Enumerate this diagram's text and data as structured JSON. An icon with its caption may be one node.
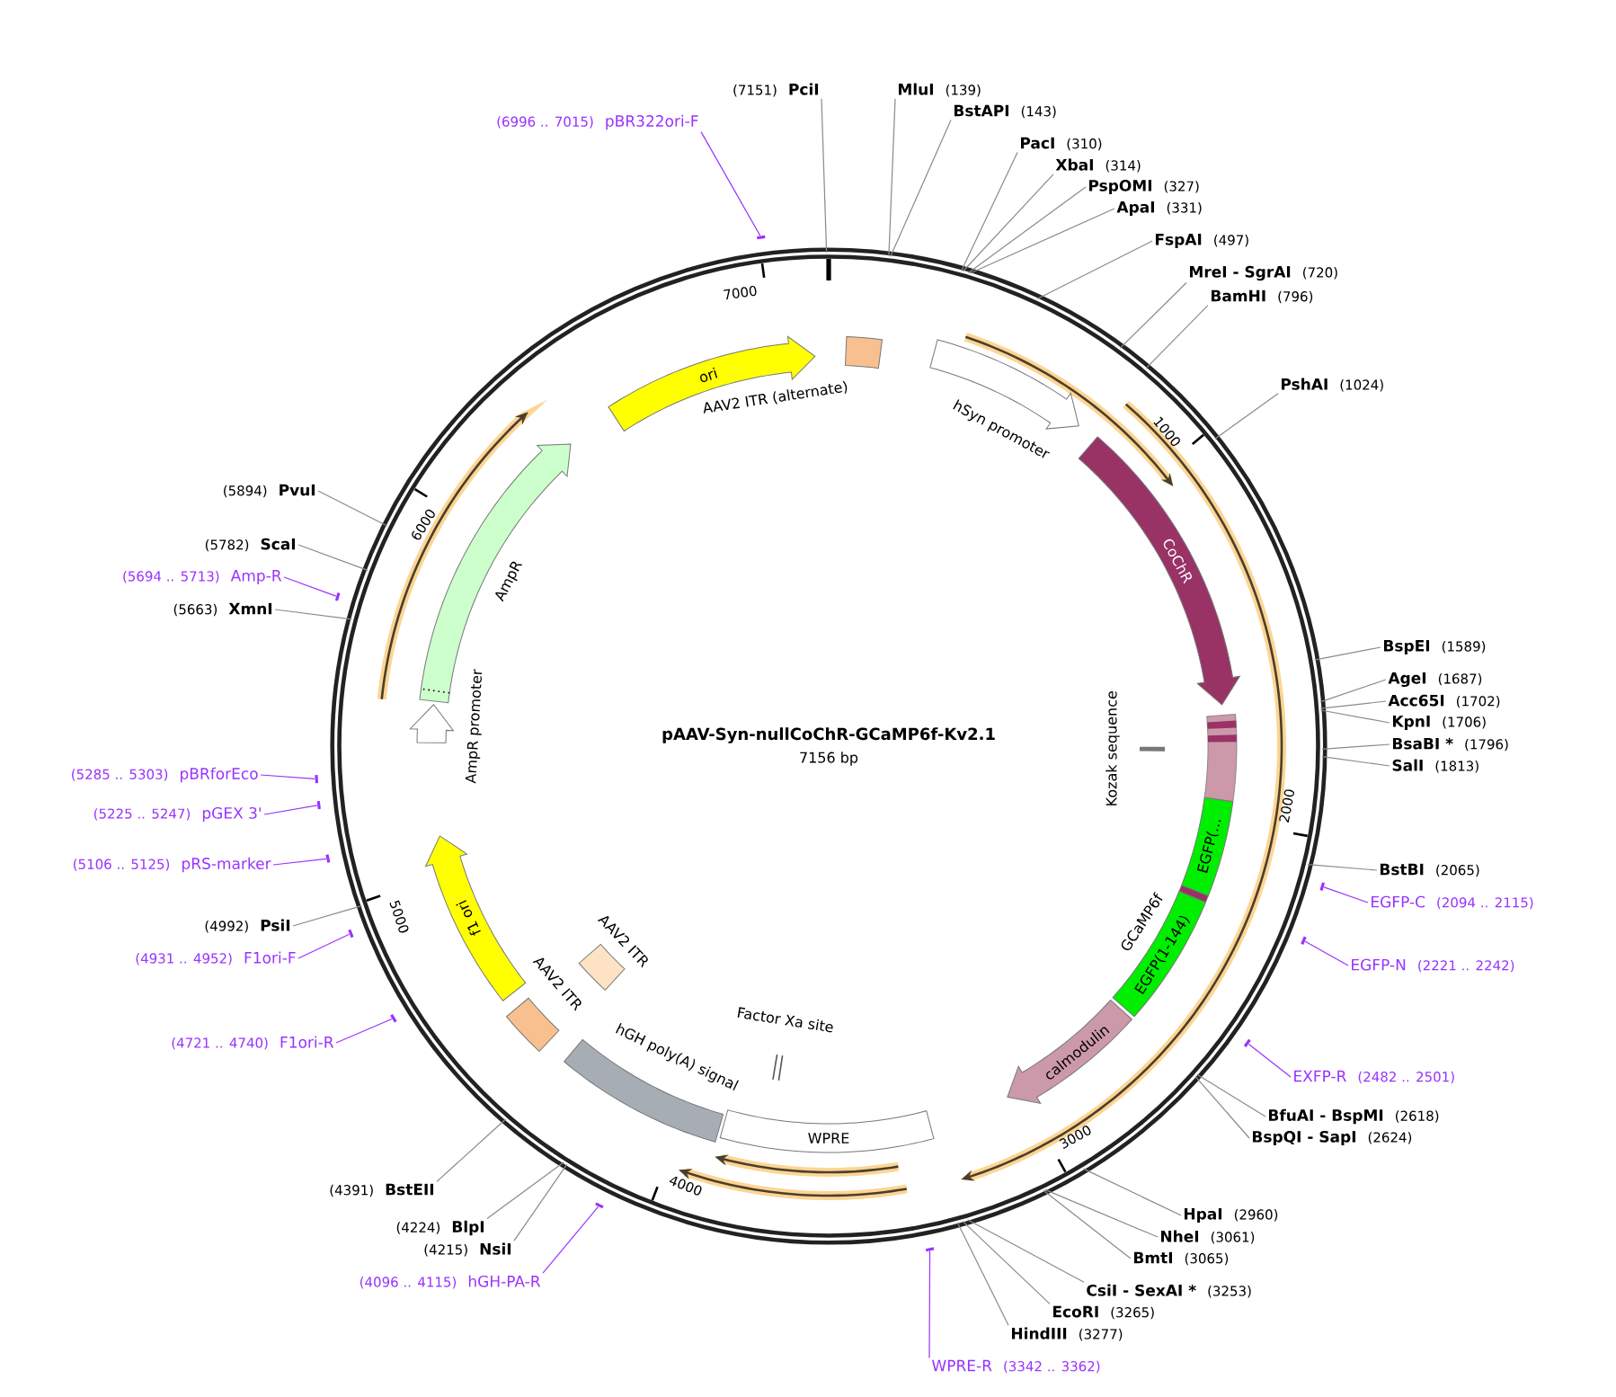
{
  "diagram": {
    "title": "pAAV-Syn-nullCoChR-GCaMP6f-Kv2.1",
    "nodes": [
      {
        "text": [
          "(7151)",
          "PciI"
        ]
      },
      {
        "text": [
          "MluI",
          "(139)"
        ]
      },
      {
        "text": [
          "BstAPI",
          "(143)"
        ]
      },
      {
        "text": [
          "PacI",
          "(310)"
        ]
      },
      {
        "text": [
          "XbaI",
          "(314)"
        ]
      },
      {
        "text": [
          "PspOMI",
          "(327)"
        ]
      },
      {
        "text": [
          "ApaI",
          "(331)"
        ]
      },
      {
        "text": [
          "FspAI",
          "(497)"
        ]
      },
      {
        "text": [
          "MreI - SgrAI",
          "(720)"
        ]
      },
      {
        "text": [
          "BamHI",
          "(796)"
        ]
      },
      {
        "text": [
          "PshAI",
          "(1024)"
        ]
      },
      {
        "text": [
          "BspEI",
          "(1589)"
        ]
      },
      {
        "text": [
          "AgeI",
          "(1687)"
        ]
      },
      {
        "text": [
          "Acc65I",
          "(1702)"
        ]
      },
      {
        "text": [
          "KpnI",
          "(1706)"
        ]
      },
      {
        "text": [
          "BsaBI *",
          "(1796)"
        ]
      },
      {
        "text": [
          "SalI",
          "(1813)"
        ]
      },
      {
        "text": [
          "BstBI",
          "(2065)"
        ]
      },
      {
        "text": [
          "EGFP-C",
          "(2094 .. 2115)"
        ]
      },
      {
        "text": [
          "EGFP-N",
          "(2221 .. 2242)"
        ]
      },
      {
        "text": [
          "EXFP-R",
          "(2482 .. 2501)"
        ]
      },
      {
        "text": [
          "BfuAI - BspMI",
          "(2618)"
        ]
      },
      {
        "text": [
          "BspQI - SapI",
          "(2624)"
        ]
      },
      {
        "text": [
          "HpaI",
          "(2960)"
        ]
      },
      {
        "text": [
          "NheI",
          "(3061)"
        ]
      },
      {
        "text": [
          "BmtI",
          "(3065)"
        ]
      },
      {
        "text": [
          "CsiI - SexAI *",
          "(3253)"
        ]
      },
      {
        "text": [
          "EcoRI",
          "(3265)"
        ]
      },
      {
        "text": [
          "HindIII",
          "(3277)"
        ]
      },
      {
        "text": [
          "WPRE-R",
          "(3342 .. 3362)"
        ]
      },
      {
        "text": [
          "(4096 .. 4115)",
          "hGH-PA-R"
        ]
      },
      {
        "text": [
          "(4215)",
          "NsiI"
        ]
      },
      {
        "text": [
          "(4224)",
          "BlpI"
        ]
      },
      {
        "text": [
          "(4391)",
          "BstEII"
        ]
      },
      {
        "text": [
          "(4721 .. 4740)",
          "F1ori-R"
        ]
      },
      {
        "text": [
          "(4931 .. 4952)",
          "F1ori-F"
        ]
      },
      {
        "text": [
          "(4992)",
          "PsiI"
        ]
      },
      {
        "text": [
          "(5106 .. 5125)",
          "pRS-marker"
        ]
      },
      {
        "text": [
          "(5225 .. 5247)",
          "pGEX 3'"
        ]
      },
      {
        "text": [
          "(5285 .. 5303)",
          "pBRforEco"
        ]
      },
      {
        "text": [
          "(5663)",
          "XmnI"
        ]
      },
      {
        "text": [
          "(5694 .. 5713)",
          "Amp-R"
        ]
      },
      {
        "text": [
          "(5782)",
          "ScaI"
        ]
      },
      {
        "text": [
          "(5894)",
          "PvuI"
        ]
      },
      {
        "text": [
          "(6996 .. 7015)",
          "pBR322ori-F"
        ]
      },
      {
        "text": [
          "ori"
        ]
      },
      {
        "text": [
          "AAV2 ITR (alternate)"
        ]
      },
      {
        "text": [
          "hSyn promoter"
        ]
      },
      {
        "text": [
          "CoChR"
        ]
      },
      {
        "text": [
          "Kozak sequence"
        ]
      },
      {
        "text": [
          "EGFP(…"
        ]
      },
      {
        "text": [
          "EGFP(1-144)"
        ]
      },
      {
        "text": [
          "calmodulin"
        ]
      },
      {
        "text": [
          "Factor Xa site"
        ]
      },
      {
        "text": [
          "WPRE"
        ]
      },
      {
        "text": [
          "hGH poly(A) signal"
        ]
      },
      {
        "text": [
          "AAV2 ITR"
        ]
      },
      {
        "text": [
          "AAV2 ITR"
        ]
      },
      {
        "text": [
          "f1 ori"
        ]
      },
      {
        "text": [
          "AmpR promoter"
        ]
      },
      {
        "text": [
          "AmpR"
        ]
      },
      {
        "text": [],
        "shape": "bar"
      },
      {
        "text": [],
        "shape": "bar"
      },
      {
        "text": [],
        "shape": "bar"
      },
      {
        "text": [],
        "shape": "bar"
      },
      {
        "text": [],
        "shape": "bar"
      },
      {
        "text": [],
        "shape": "bar"
      },
      {
        "text": [],
        "shape": "bar"
      },
      {
        "text": [],
        "shape": "bar"
      },
      {
        "text": [],
        "shape": "bar"
      },
      {
        "text": [],
        "shape": "bar"
      },
      {
        "text": [],
        "shape": "bar"
      },
      {
        "text": [],
        "shape": "bar"
      }
    ],
    "edges": [
      {
        "from": 0,
        "to": null,
        "arrow": "none"
      },
      {
        "from": 1,
        "to": null,
        "arrow": "none"
      },
      {
        "from": 2,
        "to": null,
        "arrow": "none"
      },
      {
        "from": 3,
        "to": null,
        "arrow": "none"
      },
      {
        "from": 4,
        "to": null,
        "arrow": "none"
      },
      {
        "from": 5,
        "to": null,
        "arrow": "none"
      },
      {
        "from": 6,
        "to": null,
        "arrow": "none"
      },
      {
        "from": 7,
        "to": null,
        "arrow": "none"
      },
      {
        "from": 8,
        "to": null,
        "arrow": "none"
      },
      {
        "from": 9,
        "to": null,
        "arrow": "none"
      },
      {
        "from": 10,
        "to": null,
        "arrow": "none"
      },
      {
        "from": 11,
        "to": null,
        "arrow": "none"
      },
      {
        "from": 12,
        "to": null,
        "arrow": "none"
      },
      {
        "from": 13,
        "to": null,
        "arrow": "none"
      },
      {
        "from": 14,
        "to": null,
        "arrow": "none"
      },
      {
        "from": 15,
        "to": null,
        "arrow": "none"
      },
      {
        "from": 16,
        "to": null,
        "arrow": "none"
      },
      {
        "from": 17,
        "to": null,
        "arrow": "none"
      },
      {
        "from": 18,
        "to": 66,
        "arrow": "none",
        "color": "#9933ff"
      },
      {
        "from": 19,
        "to": 68,
        "arrow": "none",
        "color": "#9933ff"
      },
      {
        "from": 20,
        "to": 70,
        "arrow": "none",
        "color": "#9933ff"
      },
      {
        "from": 21,
        "to": null,
        "arrow": "none"
      },
      {
        "from": 22,
        "to": null,
        "arrow": "none"
      },
      {
        "from": 23,
        "to": null,
        "arrow": "none"
      },
      {
        "from": 24,
        "to": null,
        "arrow": "none"
      },
      {
        "from": 25,
        "to": null,
        "arrow": "none"
      },
      {
        "from": 26,
        "to": null,
        "arrow": "none"
      },
      {
        "from": 27,
        "to": null,
        "arrow": "none"
      },
      {
        "from": 28,
        "to": null,
        "arrow": "none"
      },
      {
        "from": 29,
        "to": 72,
        "arrow": "none",
        "color": "#9933ff"
      },
      {
        "from": 30,
        "to": 71,
        "arrow": "none",
        "color": "#9933ff"
      },
      {
        "from": 31,
        "to": null,
        "arrow": "none"
      },
      {
        "from": 32,
        "to": null,
        "arrow": "none"
      },
      {
        "from": 33,
        "to": null,
        "arrow": "none"
      },
      {
        "from": 34,
        "to": 69,
        "arrow": "none",
        "color": "#9933ff"
      },
      {
        "from": 35,
        "to": 67,
        "arrow": "none",
        "color": "#9933ff"
      },
      {
        "from": 36,
        "to": null,
        "arrow": "none"
      },
      {
        "from": 37,
        "to": 65,
        "arrow": "none",
        "color": "#9933ff"
      },
      {
        "from": 38,
        "to": 64,
        "arrow": "none",
        "color": "#9933ff"
      },
      {
        "from": 39,
        "to": 63,
        "arrow": "none",
        "color": "#9933ff"
      },
      {
        "from": 40,
        "to": null,
        "arrow": "none"
      },
      {
        "from": 41,
        "to": 62,
        "arrow": "none",
        "color": "#9933ff"
      },
      {
        "from": 42,
        "to": null,
        "arrow": "none"
      },
      {
        "from": 43,
        "to": null,
        "arrow": "none"
      },
      {
        "from": 44,
        "to": 61,
        "arrow": "none",
        "color": "#9933ff"
      }
    ],
    "labels": [
      "7156 bp",
      "1000",
      "2000",
      "3000",
      "4000",
      "5000",
      "6000",
      "7000",
      "GCaMP6f"
    ]
  }
}
